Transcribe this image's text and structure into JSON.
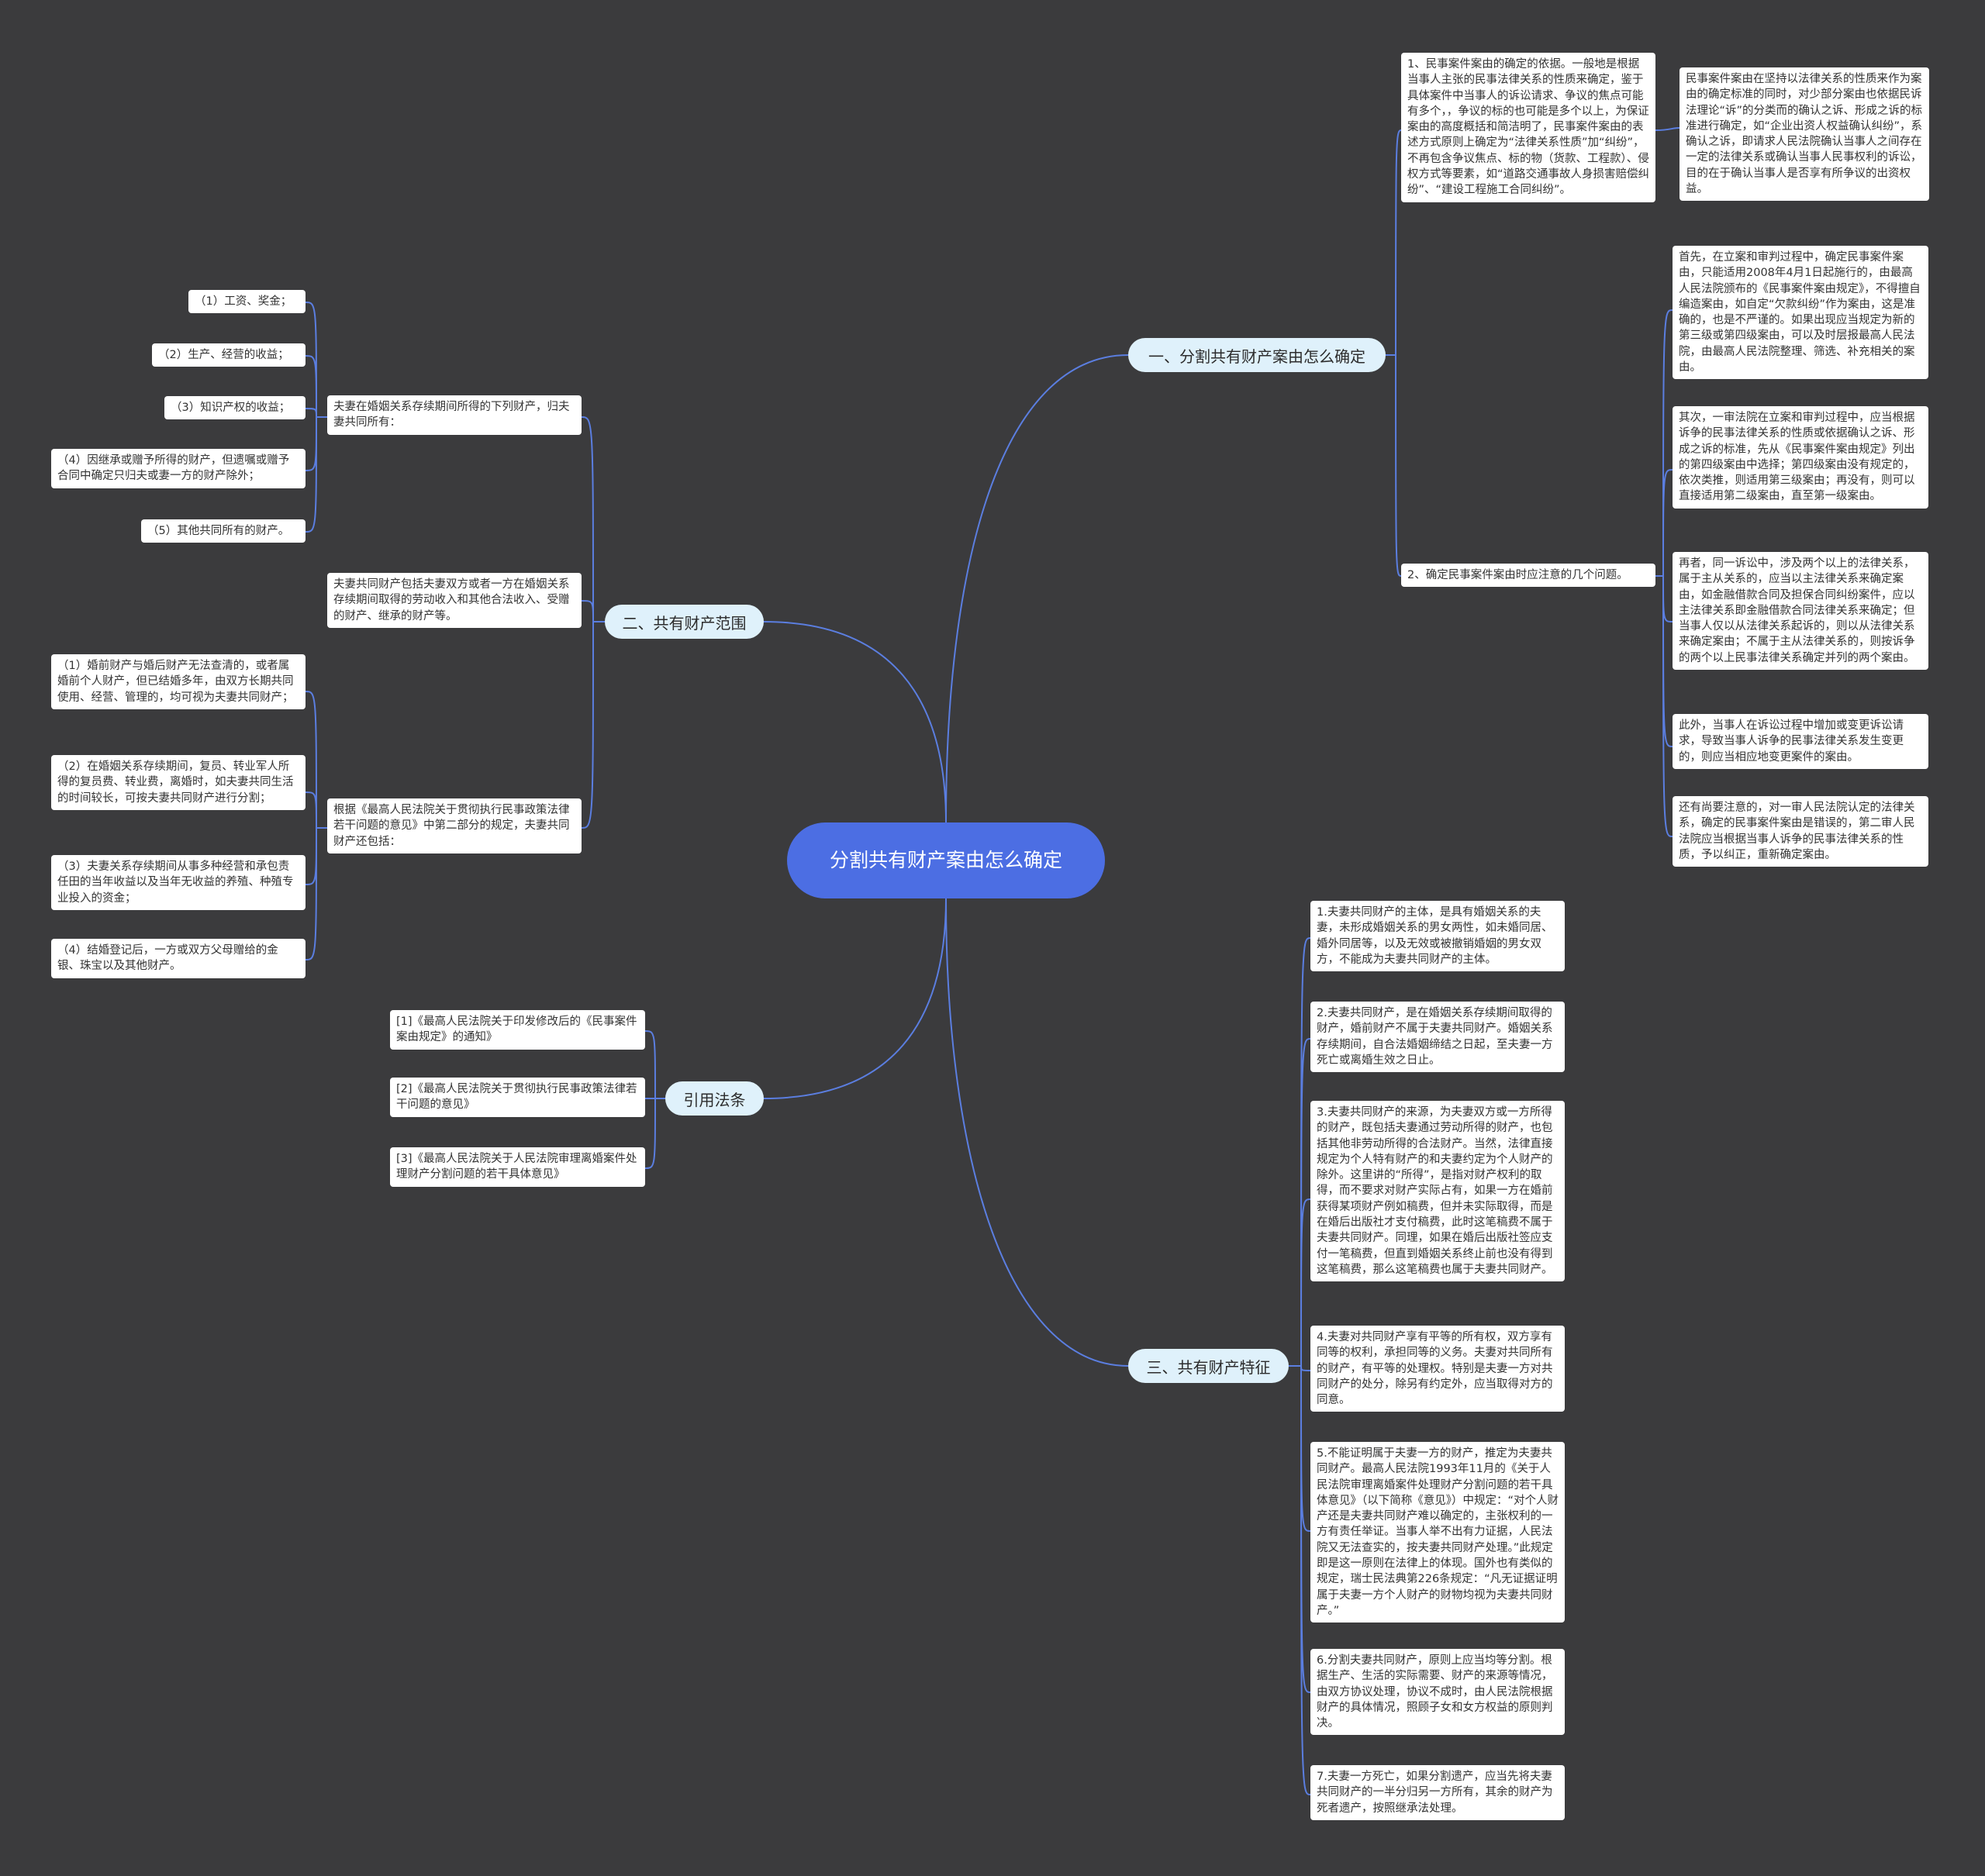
{
  "root": {
    "title": "分割共有财产案由怎么确定"
  },
  "branches": {
    "b1": {
      "label": "一、分割共有财产案由怎么确定",
      "item1": "1、民事案件案由的确定的依据。一般地是根据当事人主张的民事法律关系的性质来确定，鉴于具体案件中当事人的诉讼请求、争议的焦点可能有多个，，争议的标的也可能是多个以上，为保证案由的高度概括和简洁明了，民事案件案由的表述方式原则上确定为“法律关系性质”加“纠纷”，不再包含争议焦点、标的物（货款、工程款）、侵权方式等要素，如“道路交通事故人身损害赔偿纠纷”、“建设工程施工合同纠纷”。",
      "item1_note": "民事案件案由在坚持以法律关系的性质来作为案由的确定标准的同时，对少部分案由也依据民诉法理论“诉”的分类而的确认之诉、形成之诉的标准进行确定，如“企业出资人权益确认纠纷”，系确认之诉，即请求人民法院确认当事人之间存在一定的法律关系或确认当事人民事权利的诉讼，目的在于确认当事人是否享有所争议的出资权益。",
      "item2": "2、确定民事案件案由时应注意的几个问题。",
      "item2_notes": [
        "首先，在立案和审判过程中，确定民事案件案由，只能适用2008年4月1日起施行的，由最高人民法院颁布的《民事案件案由规定》，不得擅自编造案由，如自定“欠款纠纷”作为案由，这是准确的，也是不严谨的。如果出现应当规定为新的第三级或第四级案由，可以及时层报最高人民法院，由最高人民法院整理、筛选、补充相关的案由。",
        "其次，一审法院在立案和审判过程中，应当根据诉争的民事法律关系的性质或依据确认之诉、形成之诉的标准，先从《民事案件案由规定》列出的第四级案由中选择；第四级案由没有规定的，依次类推，则适用第三级案由；再没有，则可以直接适用第二级案由，直至第一级案由。",
        "再者，同一诉讼中，涉及两个以上的法律关系，属于主从关系的，应当以主法律关系来确定案由，如金融借款合同及担保合同纠纷案件，应以主法律关系即金融借款合同法律关系来确定；但当事人仅以从法律关系起诉的，则以从法律关系来确定案由；不属于主从法律关系的，则按诉争的两个以上民事法律关系确定并列的两个案由。",
        "此外，当事人在诉讼过程中增加或变更诉讼请求，导致当事人诉争的民事法律关系发生变更的，则应当相应地变更案件的案由。",
        "还有尚要注意的，对一审人民法院认定的法律关系，确定的民事案件案由是错误的，第二审人民法院应当根据当事人诉争的民事法律关系的性质，予以纠正，重新确定案由。"
      ]
    },
    "b2": {
      "label": "二、共有财产范围",
      "group1": "夫妻在婚姻关系存续期间所得的下列财产，归夫妻共同所有：",
      "group1_items": [
        "（1）工资、奖金；",
        "（2）生产、经营的收益；",
        "（3）知识产权的收益；",
        "（4）因继承或赠予所得的财产，但遗嘱或赠予合同中确定只归夫或妻一方的财产除外；",
        "（5）其他共同所有的财产。"
      ],
      "group2": "夫妻共同财产包括夫妻双方或者一方在婚姻关系存续期间取得的劳动收入和其他合法收入、受赠的财产、继承的财产等。",
      "group3": "根据《最高人民法院关于贯彻执行民事政策法律若干问题的意见》中第二部分的规定，夫妻共同财产还包括：",
      "group3_items": [
        "（1）婚前财产与婚后财产无法查清的，或者属婚前个人财产，但已结婚多年，由双方长期共同使用、经营、管理的，均可视为夫妻共同财产；",
        "（2）在婚姻关系存续期间，复员、转业军人所得的复员费、转业费，离婚时，如夫妻共同生活的时间较长，可按夫妻共同财产进行分割；",
        "（3）夫妻关系存续期间从事多种经营和承包责任田的当年收益以及当年无收益的养殖、种殖专业投入的资金；",
        "（4）结婚登记后，一方或双方父母赠给的金银、珠宝以及其他财产。"
      ]
    },
    "b3": {
      "label": "三、共有财产特征",
      "items": [
        "1.夫妻共同财产的主体，是具有婚姻关系的夫妻，未形成婚姻关系的男女两性，如未婚同居、婚外同居等，以及无效或被撤销婚姻的男女双方，不能成为夫妻共同财产的主体。",
        "2.夫妻共同财产，是在婚姻关系存续期间取得的财产，婚前财产不属于夫妻共同财产。婚姻关系存续期间，自合法婚姻缔结之日起，至夫妻一方死亡或离婚生效之日止。",
        "3.夫妻共同财产的来源，为夫妻双方或一方所得的财产，既包括夫妻通过劳动所得的财产，也包括其他非劳动所得的合法财产。当然，法律直接规定为个人特有财产的和夫妻约定为个人财产的除外。这里讲的“所得”，是指对财产权利的取得，而不要求对财产实际占有，如果一方在婚前获得某项财产例如稿费，但并未实际取得，而是在婚后出版社才支付稿费，此时这笔稿费不属于夫妻共同财产。同理，如果在婚后出版社签应支付一笔稿费，但直到婚姻关系终止前也没有得到这笔稿费，那么这笔稿费也属于夫妻共同财产。",
        "4.夫妻对共同财产享有平等的所有权，双方享有同等的权利，承担同等的义务。夫妻对共同所有的财产，有平等的处理权。特别是夫妻一方对共同财产的处分，除另有约定外，应当取得对方的同意。",
        "5.不能证明属于夫妻一方的财产，推定为夫妻共同财产。最高人民法院1993年11月的《关于人民法院审理离婚案件处理财产分割问题的若干具体意见》（以下简称《意见》）中规定：“对个人财产还是夫妻共同财产难以确定的，主张权利的一方有责任举证。当事人举不出有力证据，人民法院又无法查实的，按夫妻共同财产处理。”此规定即是这一原则在法律上的体现。国外也有类似的规定，瑞士民法典第226条规定：“凡无证据证明属于夫妻一方个人财产的财物均视为夫妻共同财产。”",
        "6.分割夫妻共同财产，原则上应当均等分割。根据生产、生活的实际需要、财产的来源等情况，由双方协议处理，协议不成时，由人民法院根据财产的具体情况，照顾子女和女方权益的原则判决。",
        "7.夫妻一方死亡，如果分割遗产，应当先将夫妻共同财产的一半分归另一方所有，其余的财产为死者遗产，按照继承法处理。"
      ]
    },
    "b4": {
      "label": "引用法条",
      "items": [
        "[1]《最高人民法院关于印发修改后的《民事案件案由规定》的通知》",
        "[2]《最高人民法院关于贯彻执行民事政策法律若干问题的意见》",
        "[3]《最高人民法院关于人民法院审理离婚案件处理财产分割问题的若干具体意见》"
      ]
    }
  },
  "colors": {
    "background": "#3b3b3d",
    "root": "#4c6ee3",
    "branch": "#dff1fb",
    "leaf": "#ffffff",
    "link": "#5b7ee0"
  }
}
